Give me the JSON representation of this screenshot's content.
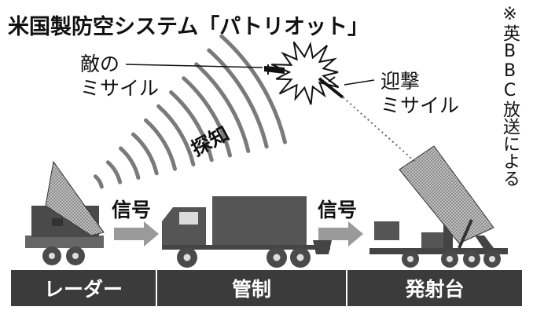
{
  "title": "米国製防空システム「パトリオット」",
  "note": "※英BBC放送による",
  "labels": {
    "enemy_missile": [
      "敵の",
      "ミサイル"
    ],
    "interceptor": [
      "迎撃",
      "ミサイル"
    ],
    "detect": "探知",
    "signal_1": "信号",
    "signal_2": "信号"
  },
  "components": [
    "レーダー",
    "管制",
    "発射台"
  ],
  "colors": {
    "ink": "#111111",
    "bar": "#3b3b3b",
    "vehicle": "#555555",
    "arrow": "#9a9a9a",
    "wave": "#777777"
  }
}
